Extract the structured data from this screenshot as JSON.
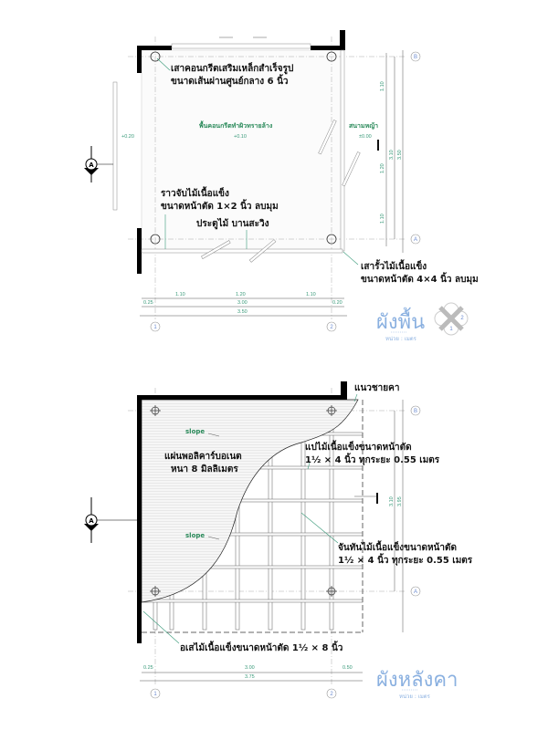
{
  "floor_plan": {
    "title": "ผังพื้น",
    "unit": "หน่วย : เมตร",
    "notes": {
      "column_1": "เสาคอนกรีตเสริมเหล็กสำเร็จรูป",
      "column_2": "ขนาดเส้นผ่านศูนย์กลาง 6 นิ้ว",
      "floor": "พื้นคอนกรีตทำผิวทรายล้าง",
      "floor_level": "+0.10",
      "lawn": "สนามหญ้า",
      "lawn_level": "±0.00",
      "rail_1": "ราวจับไม้เนื้อแข็ง",
      "rail_2": "ขนาดหน้าตัด 1×2 นิ้ว  ลบมุม",
      "door": "ประตูไม้  บานสะวิง",
      "fence_1": "เสารั้วไม้เนื้อแข็ง",
      "fence_2": "ขนาดหน้าตัด 4×4 นิ้ว  ลบมุม",
      "left_level": "+0.20"
    },
    "dims_bottom_row1": [
      "1.10",
      "1.20",
      "1.10"
    ],
    "dims_bottom_row2": [
      "0.25",
      "3.00",
      "0.20"
    ],
    "dims_bottom_total": "3.50",
    "dims_right_row1": [
      "1.10",
      "1.20",
      "1.10"
    ],
    "dims_right_mid": "3.10",
    "dims_right_total": "3.50",
    "grid": [
      "1",
      "2",
      "A",
      "B"
    ],
    "compass": [
      "1",
      "2"
    ],
    "section": "A"
  },
  "roof_plan": {
    "title": "ผังหลังคา",
    "unit": "หน่วย : เมตร",
    "notes": {
      "eave": "แนวชายคา",
      "slope_1": "slope",
      "slope_2": "slope",
      "sheet_1": "แผ่นพอลิคาร์บอเนต",
      "sheet_2": "หนา 8 มิลลิเมตร",
      "purlin_1": "แปไม้เนื้อแข็งขนาดหน้าตัด",
      "purlin_2": "1½ × 4 นิ้ว  ทุกระยะ 0.55 เมตร",
      "rafter_1": "จันทันไม้เนื้อแข็งขนาดหน้าตัด",
      "rafter_2": "1½ × 4 นิ้ว  ทุกระยะ 0.55 เมตร",
      "beam": "อเสไม้เนื้อแข็งขนาดหน้าตัด 1½ × 8 นิ้ว"
    },
    "dims_bottom_row": [
      "0.25",
      "3.00",
      "0.50"
    ],
    "dims_bottom_total": "3.75",
    "dims_right_mid": "3.10",
    "dims_right_total": "3.95",
    "grid": [
      "1",
      "2",
      "A",
      "B"
    ],
    "section": "A"
  }
}
